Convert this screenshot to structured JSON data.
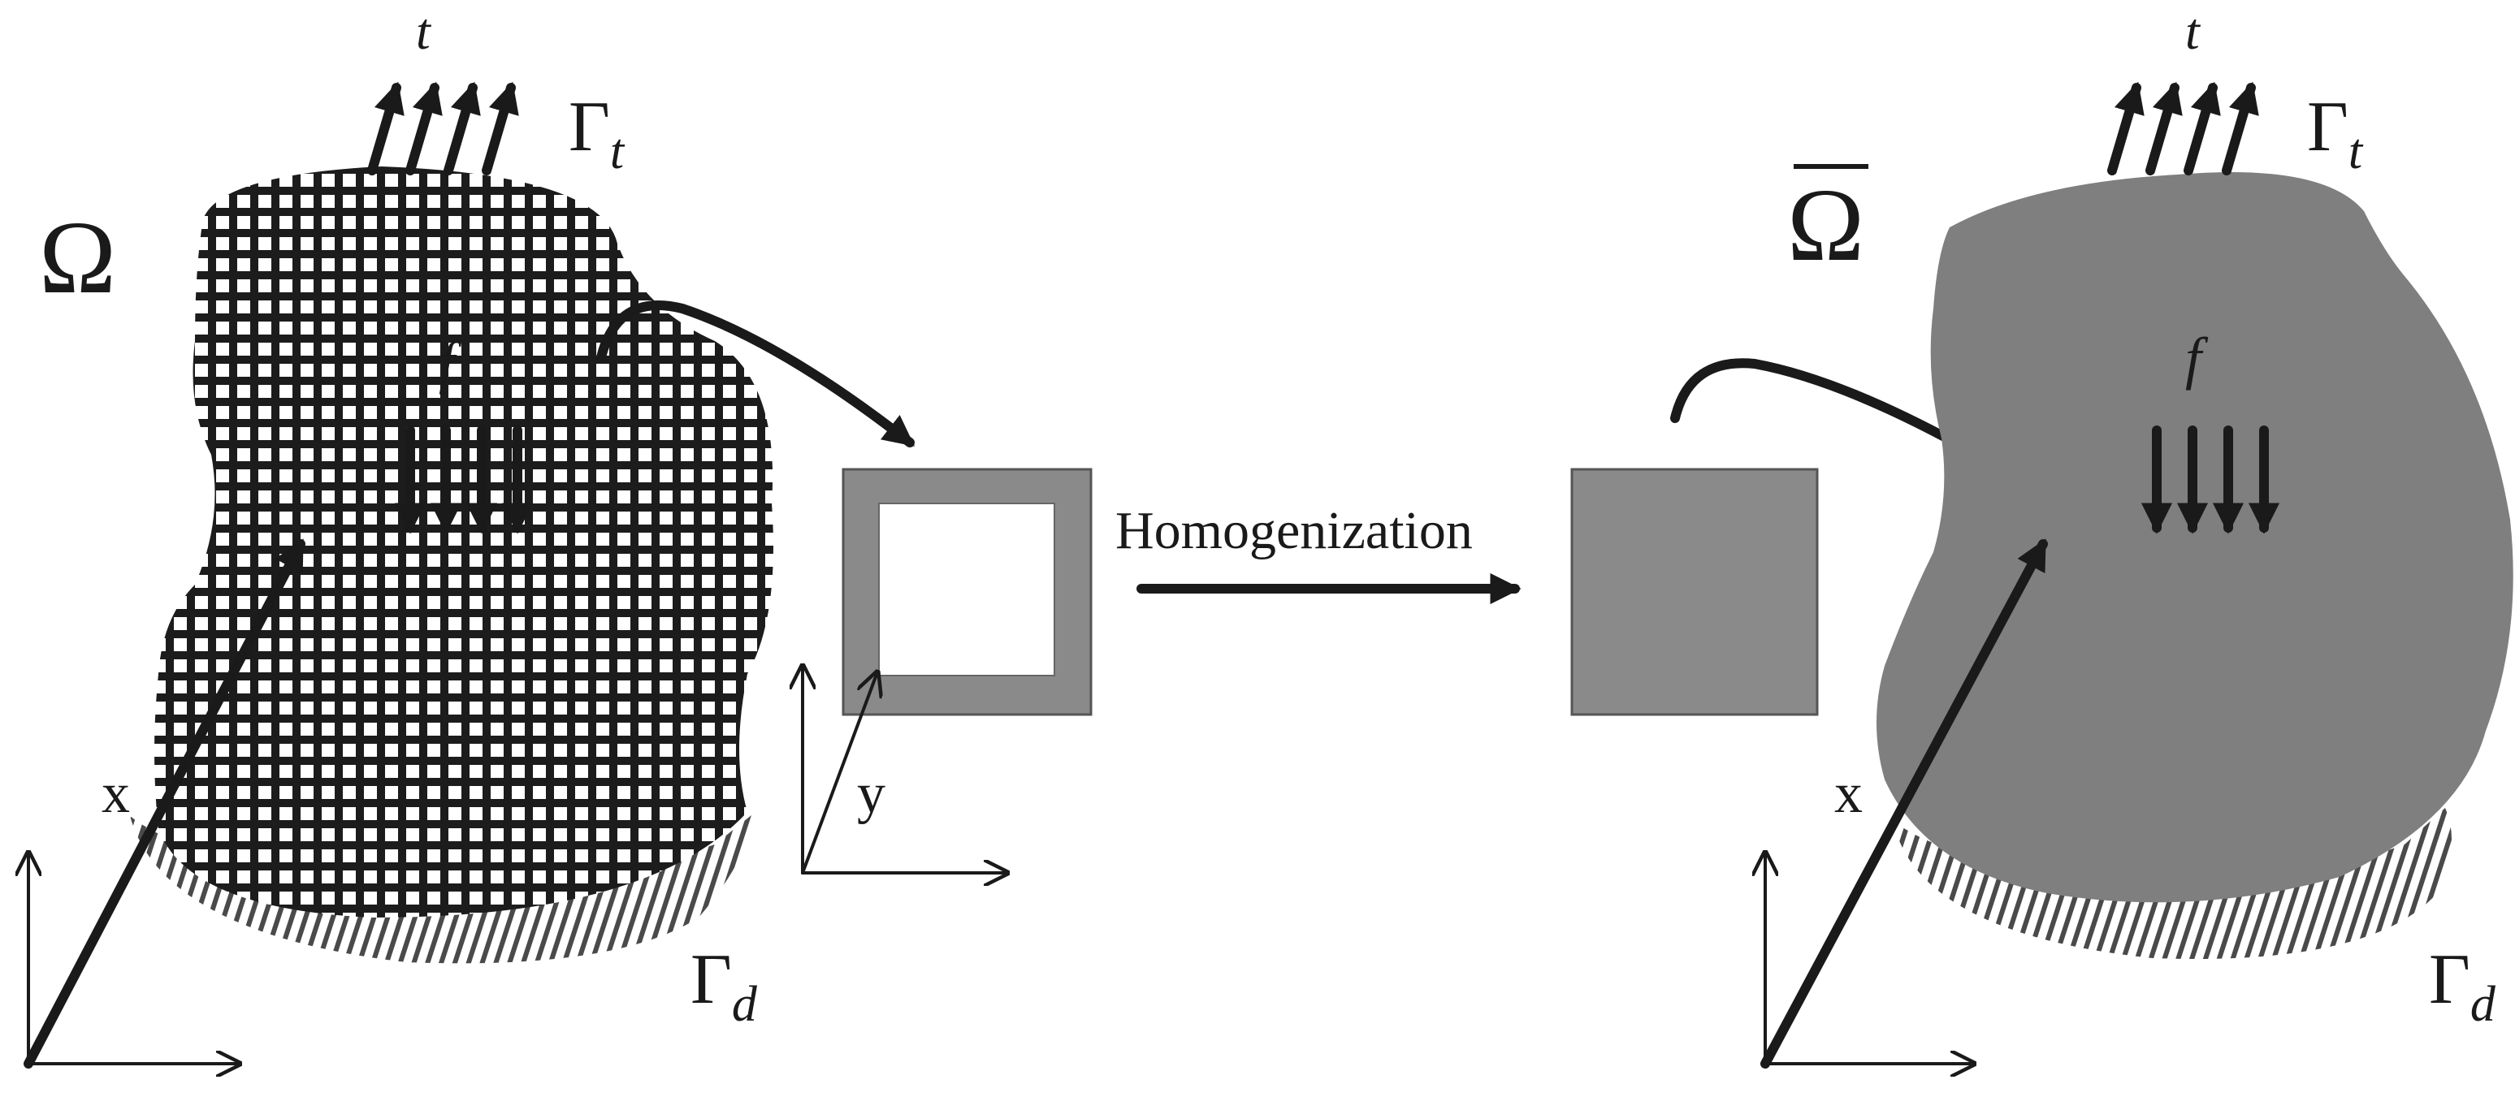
{
  "left_domain": {
    "symbol": "Ω",
    "traction_label": "t",
    "traction_boundary": "Γ",
    "traction_boundary_sub": "t",
    "body_force_label": "f",
    "position_label": "x",
    "dirichlet_boundary": "Γ",
    "dirichlet_boundary_sub": "d"
  },
  "unit_cell": {
    "local_coordinate_label": "y"
  },
  "process": {
    "label": "Homogenization"
  },
  "right_domain": {
    "symbol": "Ω",
    "traction_label": "t",
    "traction_boundary": "Γ",
    "traction_boundary_sub": "t",
    "body_force_label": "f",
    "position_label": "x",
    "dirichlet_boundary": "Γ",
    "dirichlet_boundary_sub": "d"
  },
  "colors": {
    "homogenized_fill": "#7f7f7f",
    "cell_wall": "#8a8a8a",
    "ink": "#1a1a1a"
  }
}
